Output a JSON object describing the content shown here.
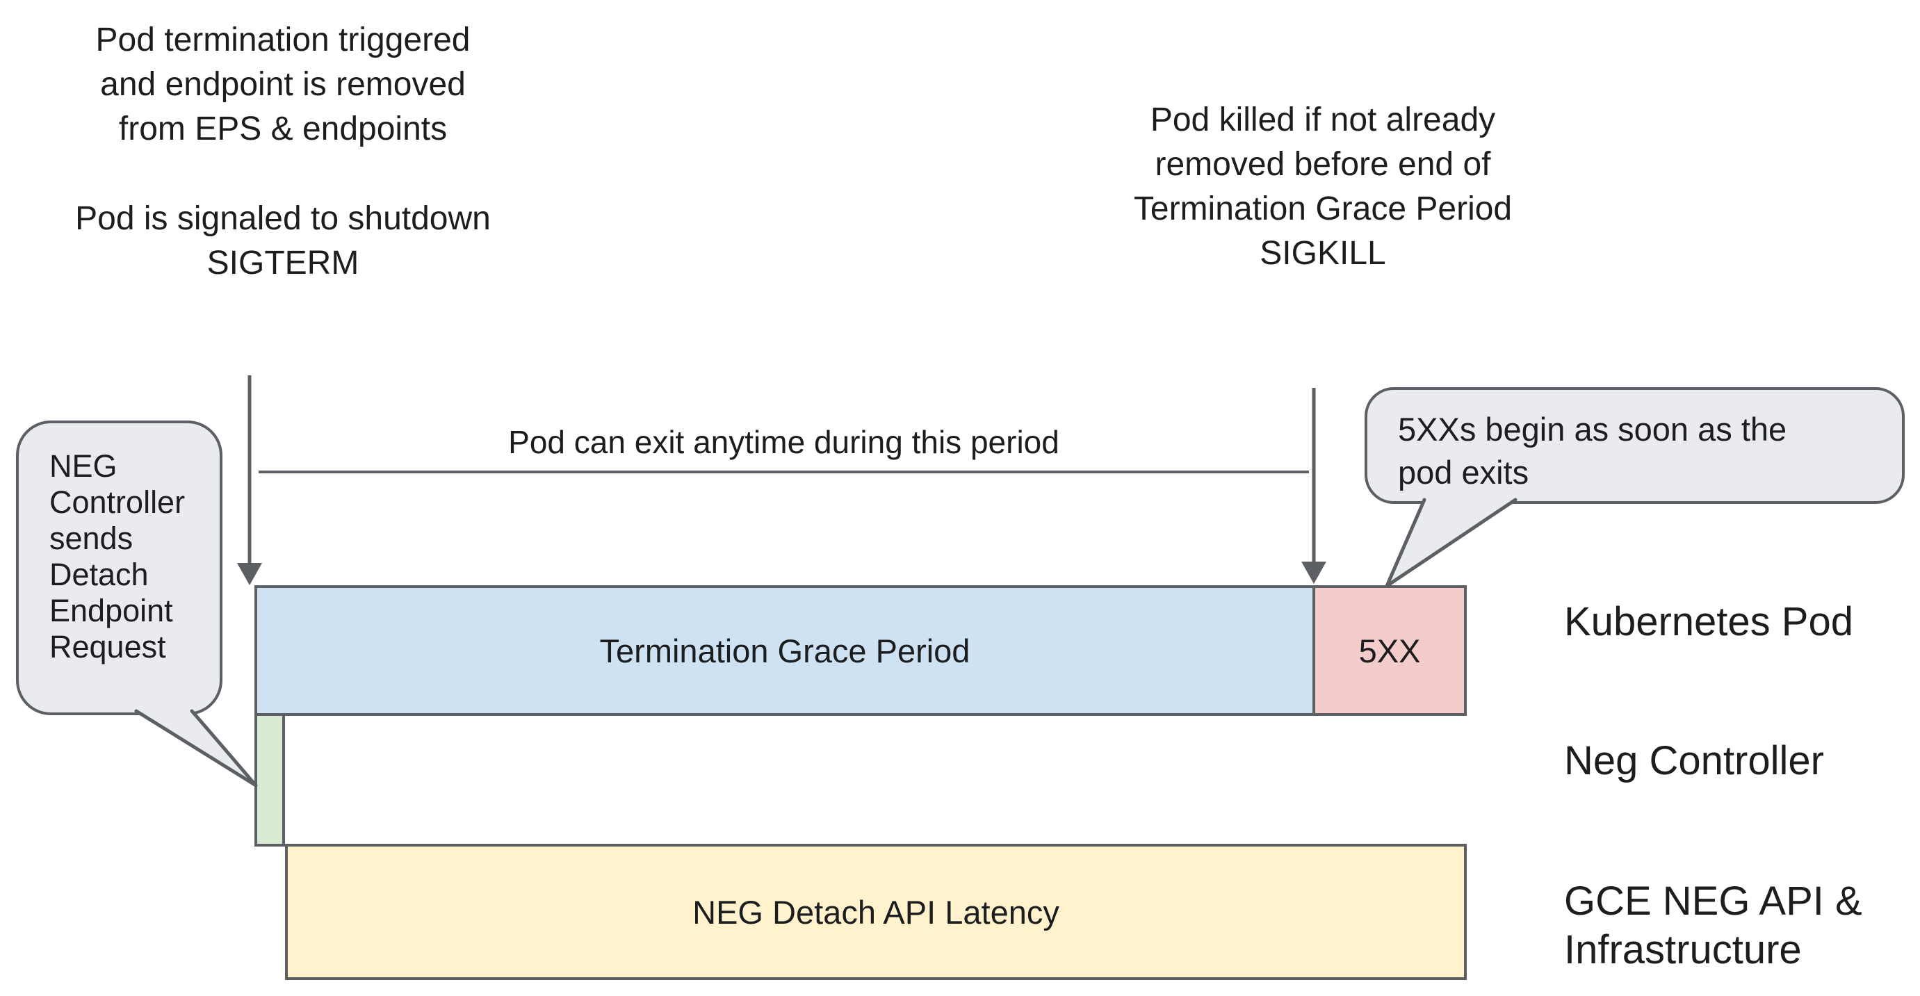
{
  "annotations": {
    "top_left_para1": [
      "Pod termination triggered",
      "and endpoint is removed",
      "from EPS & endpoints"
    ],
    "top_left_para2": [
      "Pod is signaled to shutdown",
      "SIGTERM"
    ],
    "top_right": [
      "Pod killed if not already",
      "removed before end of",
      "Termination Grace Period",
      "SIGKILL"
    ],
    "period_label": "Pod can exit anytime during this period"
  },
  "bubbles": {
    "left": {
      "lines": [
        "NEG",
        "Controller",
        "sends",
        "Detach",
        "Endpoint",
        "Request"
      ]
    },
    "right": {
      "lines": [
        "5XXs begin as soon as the",
        "pod exits"
      ]
    }
  },
  "bars": {
    "termination": {
      "label": "Termination Grace Period",
      "fill": "#cfe2f3"
    },
    "fivexx": {
      "label": "5XX",
      "fill": "#f4cccc"
    },
    "detach_start": {
      "label": "",
      "fill": "#d9ead3"
    },
    "latency": {
      "label": "NEG Detach API Latency",
      "fill": "#fff2cc"
    }
  },
  "rows": {
    "kubernetes_pod": {
      "label": "Kubernetes Pod"
    },
    "neg_controller": {
      "label": "Neg Controller"
    },
    "gce_neg": {
      "lines": [
        "GCE NEG API &",
        "Infrastructure"
      ]
    }
  },
  "colors": {
    "outline": "#5c5f63",
    "bubble_fill": "#e9ebee",
    "text": "#1c1d1f",
    "background": "#ffffff"
  }
}
